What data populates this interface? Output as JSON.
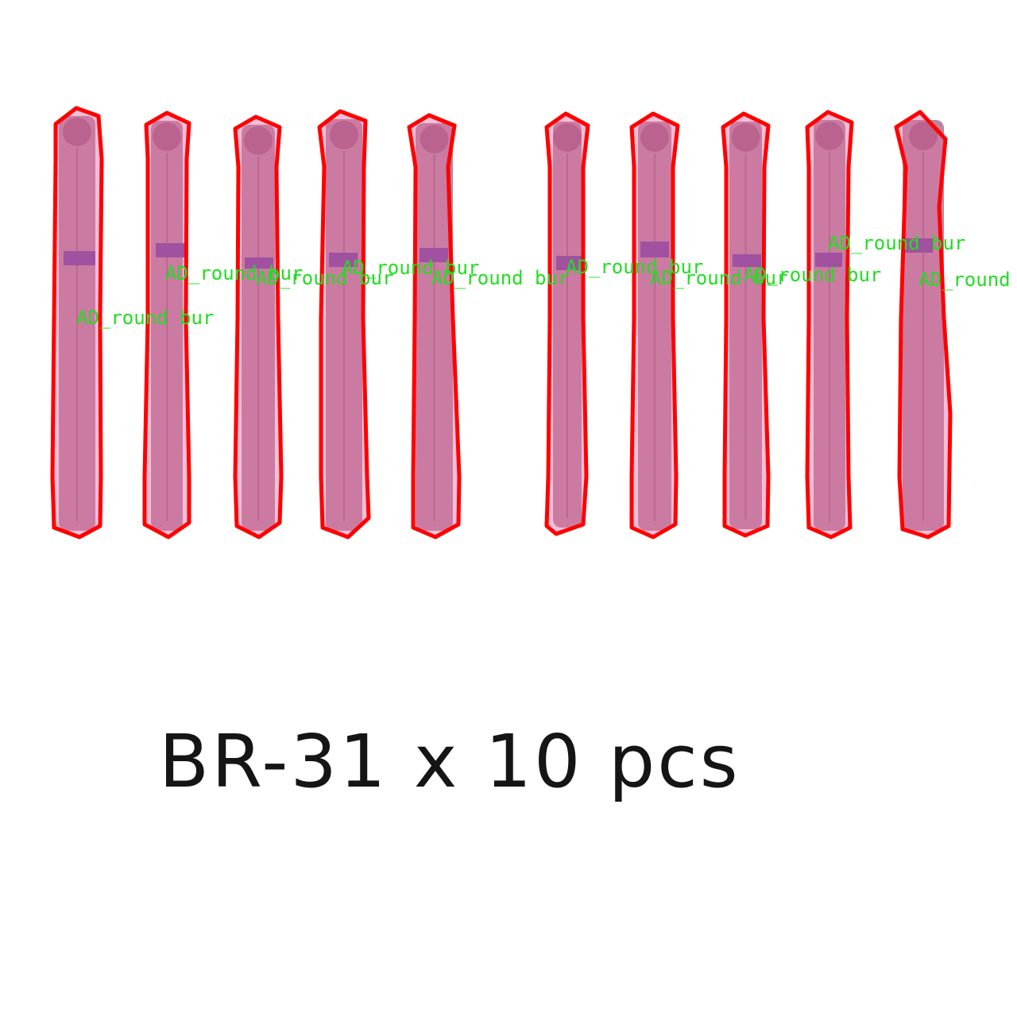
{
  "caption": "BR-31 x 10 pcs",
  "colors": {
    "mask_fill": "#e36ea8",
    "mask_outline": "#ff0000",
    "label": "#22dd22",
    "bur_band": "#6a3a9a",
    "bur_body": "#b8869c"
  },
  "detections": [
    {
      "label": "AD_round bur"
    },
    {
      "label": "AD_round bur"
    },
    {
      "label": "AD_round bur"
    },
    {
      "label": "AD_round bur"
    },
    {
      "label": "AD_round bur"
    },
    {
      "label": "AD_round bur"
    },
    {
      "label": "AD_round bur"
    },
    {
      "label": "AD_round bur"
    },
    {
      "label": "AD_round bur"
    },
    {
      "label": "AD_round bur"
    }
  ]
}
